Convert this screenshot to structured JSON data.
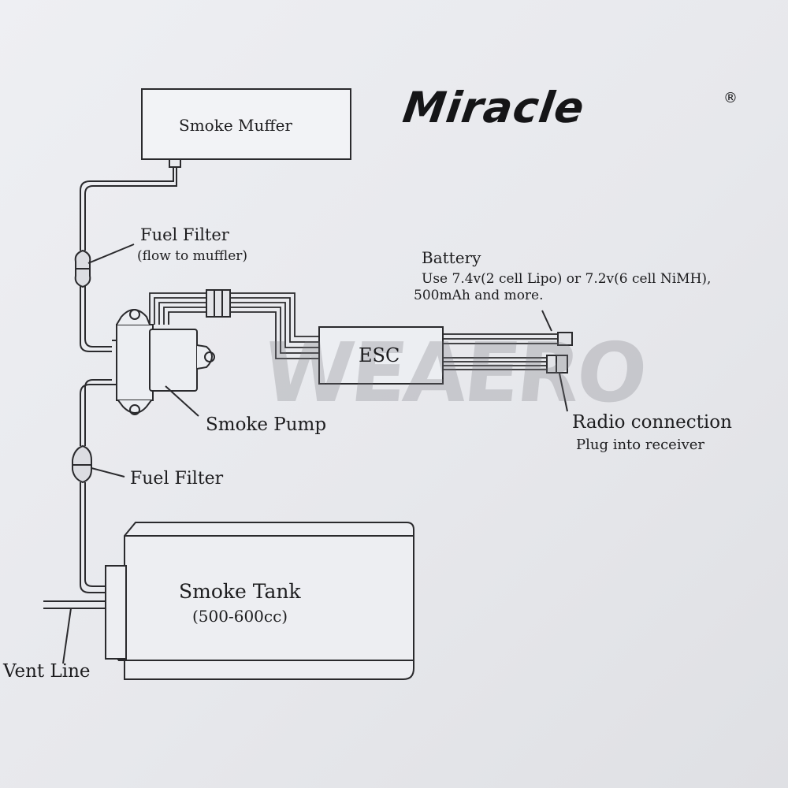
{
  "brand": {
    "logo": "Miracle",
    "registered_mark": "®",
    "watermark": "WEAERO"
  },
  "components": {
    "smoke_muffer": "Smoke Muffer",
    "esc": "ESC",
    "smoke_tank": {
      "name": "Smoke Tank",
      "capacity": "(500-600cc)"
    }
  },
  "labels": {
    "fuel_filter_top": {
      "title": "Fuel Filter",
      "note": "(flow to muffler)"
    },
    "fuel_filter_bottom": "Fuel Filter",
    "smoke_pump": "Smoke Pump",
    "vent_line": "Vent Line",
    "battery": {
      "title": "Battery",
      "note_line1": "Use 7.4v(2 cell Lipo) or 7.2v(6 cell NiMH),",
      "note_line2": "500mAh and more."
    },
    "radio": {
      "title": "Radio connection",
      "note": "Plug into receiver"
    }
  },
  "colors": {
    "ink": "#1d1d1f",
    "paper": "#eceef2"
  }
}
